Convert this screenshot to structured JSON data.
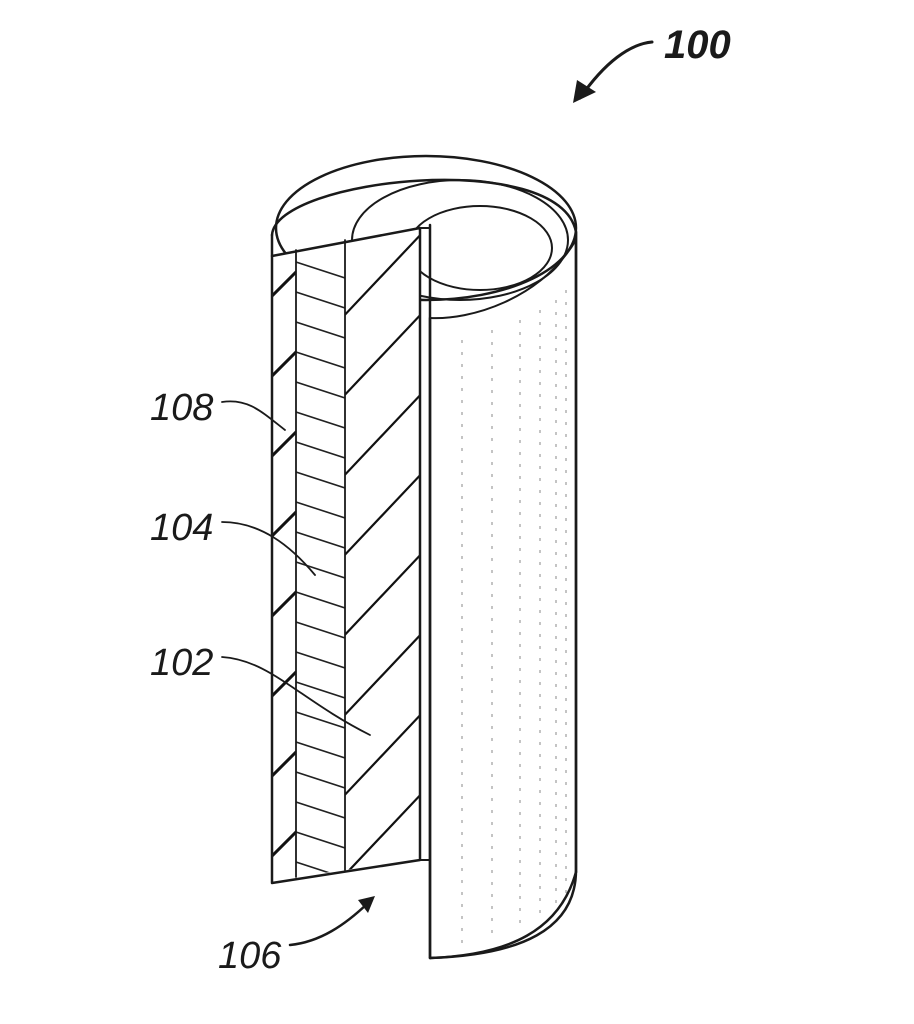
{
  "figure": {
    "labels": {
      "assembly": "100",
      "layer_outer": "108",
      "layer_middle": "104",
      "layer_inner": "102",
      "gap": "106"
    }
  }
}
